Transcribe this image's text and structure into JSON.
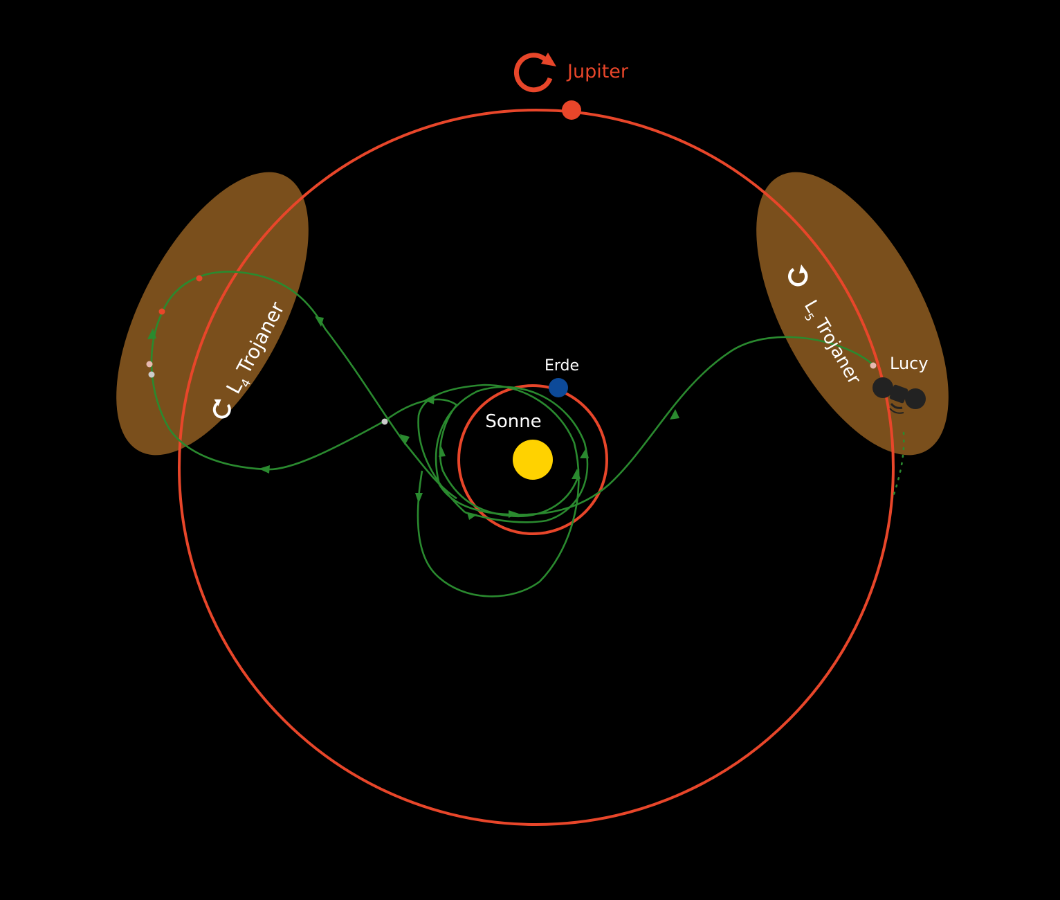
{
  "labels": {
    "jupiter": "Jupiter",
    "earth": "Erde",
    "sun": "Sonne",
    "lucy": "Lucy",
    "l4_letter": "L",
    "l4_sub": "4",
    "l4_name": "Trojaner",
    "l5_letter": "L",
    "l5_sub": "5",
    "l5_name": "Trojaner"
  },
  "colors": {
    "background": "#000000",
    "jupiter_orbit": "#e8462a",
    "earth_orbit": "#e8462a",
    "trojan_cloud": "#7a4f1c",
    "trajectory": "#2a8a2f",
    "sun": "#ffd200",
    "earth": "#0d4a99",
    "jupiter": "#e8462a",
    "text": "#ffffff",
    "jupiter_text": "#e8462a",
    "lucy_probe": "#222222",
    "marker_orange": "#e8462a",
    "marker_pink": "#e6b8b0",
    "marker_grey": "#cccccc"
  },
  "icons": {
    "jupiter_rotation": "rotation-arrow-icon",
    "l4_rotation": "rotation-arrow-icon",
    "l5_rotation": "rotation-arrow-icon",
    "lucy_probe": "spacecraft-icon"
  }
}
